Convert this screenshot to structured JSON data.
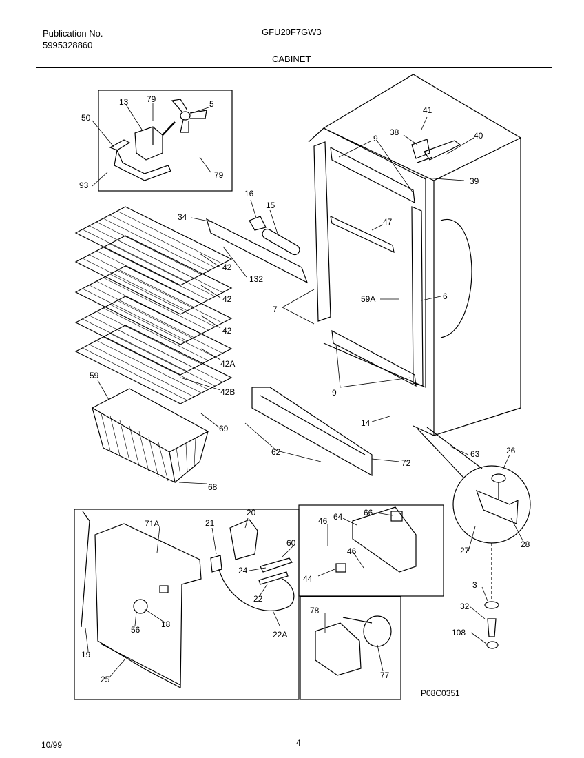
{
  "header": {
    "publication_label": "Publication No.",
    "publication_number": "5995328860",
    "model": "GFU20F7GW3",
    "section": "CABINET"
  },
  "footer": {
    "date": "10/99",
    "page": "4",
    "figure_code": "P08C0351"
  },
  "callouts": [
    "13",
    "79",
    "5",
    "50",
    "93",
    "79",
    "41",
    "38",
    "40",
    "9",
    "39",
    "16",
    "15",
    "34",
    "47",
    "42",
    "132",
    "42",
    "7",
    "59A",
    "6",
    "42",
    "42A",
    "59",
    "42B",
    "9",
    "14",
    "69",
    "62",
    "72",
    "63",
    "26",
    "68",
    "20",
    "71A",
    "21",
    "60",
    "24",
    "22",
    "22A",
    "56",
    "18",
    "19",
    "25",
    "46",
    "64",
    "66",
    "46",
    "44",
    "27",
    "28",
    "3",
    "32",
    "108",
    "78",
    "77"
  ]
}
